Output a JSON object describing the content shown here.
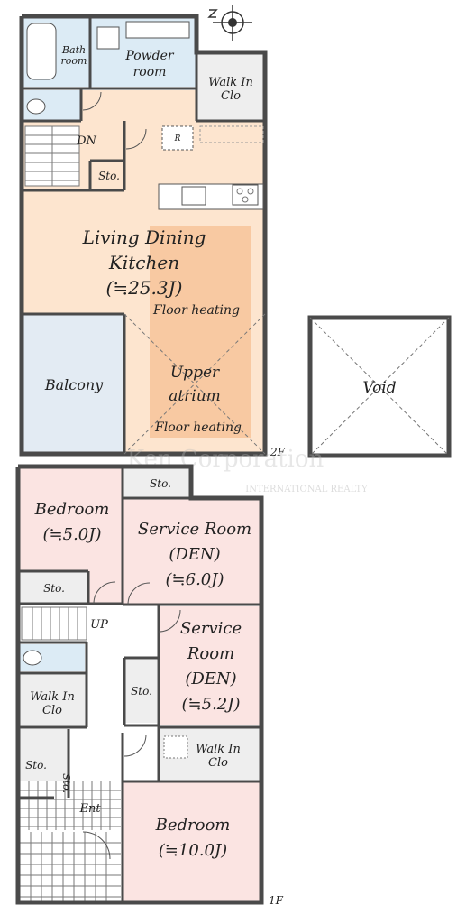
{
  "floor2": {
    "bathroom": "Bath\nroom",
    "powder_room": "Powder\nroom",
    "walk_in_clo": "Walk In\nClo",
    "refrigerator_mark": "R",
    "stairs_down": "DN",
    "storage": "Sto.",
    "ldk_name": "Living Dining",
    "ldk_name2": "Kitchen",
    "ldk_area": "(≒25.3J)",
    "floor_heating_1": "Floor heating",
    "balcony": "Balcony",
    "upper_atrium": "Upper",
    "upper_atrium2": "atrium",
    "floor_heating_2": "Floor heating",
    "floor_label": "2F",
    "void": "Void"
  },
  "floor1": {
    "storage_top": "Sto.",
    "bedroom_small": "Bedroom",
    "bedroom_small_area": "(≒5.0J)",
    "service_room_1": "Service Room",
    "service_room_1_den": "(DEN)",
    "service_room_1_area": "(≒6.0J)",
    "storage_bed": "Sto.",
    "stairs_up": "UP",
    "service_room_2a": "Service",
    "service_room_2b": "Room",
    "service_room_2_den": "(DEN)",
    "service_room_2_area": "(≒5.2J)",
    "walk_in_clo_left": "Walk In\nClo",
    "storage_mid": "Sto.",
    "walk_in_clo_right": "Walk In\nClo",
    "storage_left_low": "Sto.",
    "storage_vertical": "Sto.",
    "entrance": "Ent",
    "bedroom_large": "Bedroom",
    "bedroom_large_area": "(≒10.0J)",
    "floor_label": "1F"
  },
  "watermark": {
    "line1": "Ken Corporation",
    "line2": "INTERNATIONAL REALTY"
  },
  "colors": {
    "ldk_fill": "#fde5cf",
    "heating_fill": "#f7c49a",
    "bedroom_fill": "#fbe4e2",
    "service_fill": "#fbe4e2",
    "wet_fill": "#dcebf5",
    "balcony_fill": "#e3ebf3",
    "closet_fill": "#eeeeee",
    "wall": "#4a4a4a"
  },
  "icons": [
    "compass-icon",
    "bathtub-icon",
    "toilet-icon",
    "sink-icon",
    "stove-icon"
  ]
}
